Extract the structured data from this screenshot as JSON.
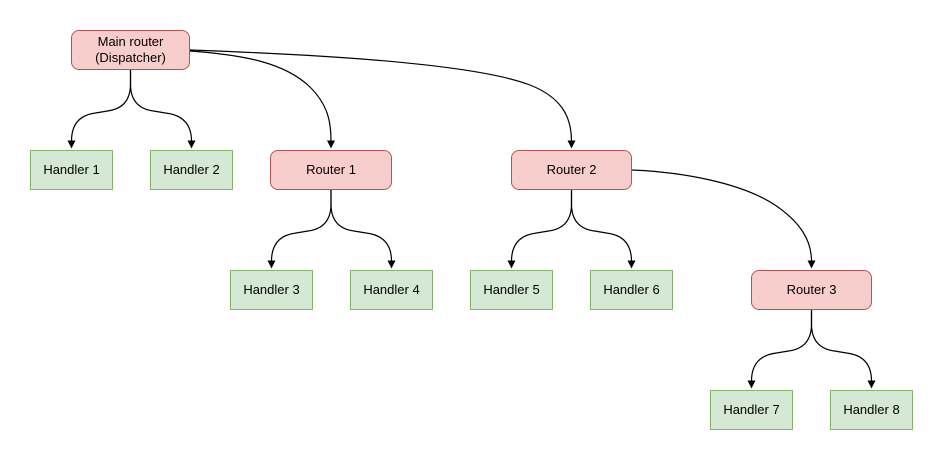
{
  "diagram": {
    "type": "flowchart-tree",
    "nodes": [
      {
        "id": "main-router",
        "label": "Main router\n(Dispatcher)",
        "kind": "router"
      },
      {
        "id": "handler-1",
        "label": "Handler 1",
        "kind": "handler"
      },
      {
        "id": "handler-2",
        "label": "Handler 2",
        "kind": "handler"
      },
      {
        "id": "router-1",
        "label": "Router 1",
        "kind": "router"
      },
      {
        "id": "router-2",
        "label": "Router 2",
        "kind": "router"
      },
      {
        "id": "handler-3",
        "label": "Handler 3",
        "kind": "handler"
      },
      {
        "id": "handler-4",
        "label": "Handler 4",
        "kind": "handler"
      },
      {
        "id": "handler-5",
        "label": "Handler 5",
        "kind": "handler"
      },
      {
        "id": "handler-6",
        "label": "Handler 6",
        "kind": "handler"
      },
      {
        "id": "router-3",
        "label": "Router 3",
        "kind": "router"
      },
      {
        "id": "handler-7",
        "label": "Handler 7",
        "kind": "handler"
      },
      {
        "id": "handler-8",
        "label": "Handler 8",
        "kind": "handler"
      }
    ],
    "edges": [
      {
        "from": "main-router",
        "to": "handler-1"
      },
      {
        "from": "main-router",
        "to": "handler-2"
      },
      {
        "from": "main-router",
        "to": "router-1"
      },
      {
        "from": "main-router",
        "to": "router-2"
      },
      {
        "from": "router-1",
        "to": "handler-3"
      },
      {
        "from": "router-1",
        "to": "handler-4"
      },
      {
        "from": "router-2",
        "to": "handler-5"
      },
      {
        "from": "router-2",
        "to": "handler-6"
      },
      {
        "from": "router-2",
        "to": "router-3"
      },
      {
        "from": "router-3",
        "to": "handler-7"
      },
      {
        "from": "router-3",
        "to": "handler-8"
      }
    ],
    "colors": {
      "router_fill": "#f8cecc",
      "router_border": "#b85450",
      "handler_fill": "#d5e8d4",
      "handler_border": "#82b366",
      "edge": "#000000",
      "text": "#000000",
      "background": "#ffffff"
    }
  }
}
